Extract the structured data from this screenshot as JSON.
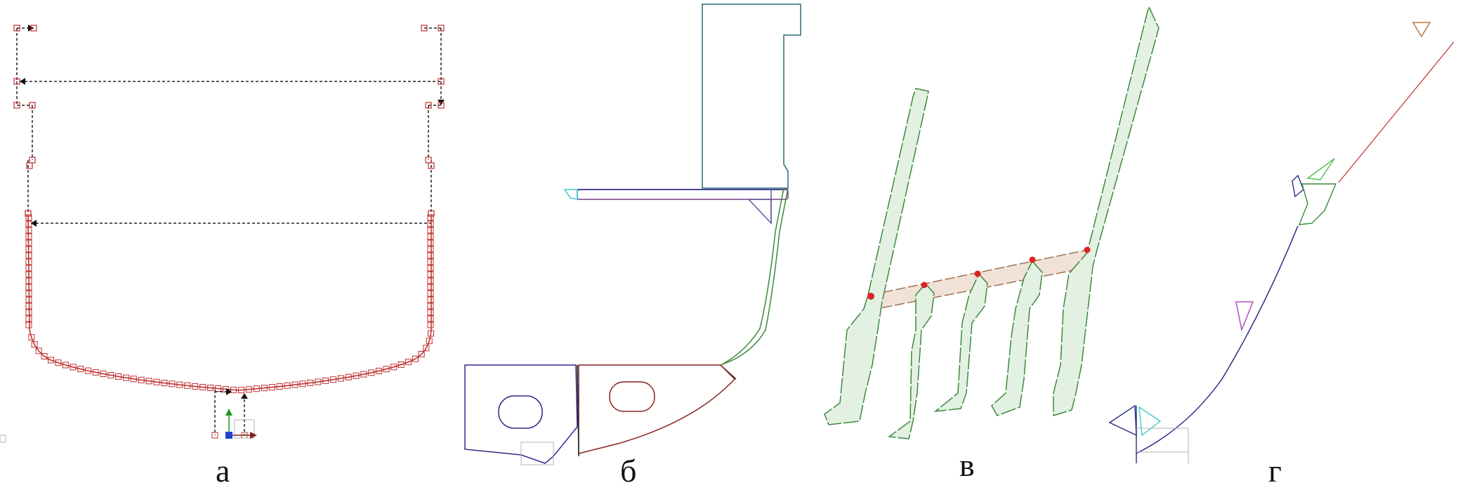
{
  "panels": [
    {
      "id": "a",
      "caption": "а"
    },
    {
      "id": "b",
      "caption": "б"
    },
    {
      "id": "c",
      "caption": "в"
    },
    {
      "id": "d",
      "caption": "г"
    }
  ],
  "colors": {
    "hull_marker": "#c03030",
    "dashed": "#222222",
    "green_line": "#3a8a3a",
    "green_fill": "#e3f1e3",
    "brown_fill": "#f0e2d6",
    "brown_line": "#9a6a4a",
    "navy": "#2a2a8a",
    "maroon": "#8a2020",
    "teal": "#2a6a7a",
    "purple": "#7a3a8a",
    "cyan": "#40c8c8",
    "magenta": "#b050c0",
    "orange": "#c07840",
    "red_dot": "#dd2222",
    "gray": "#b0b0b0",
    "axis_green": "#1a9a1a",
    "axis_blue": "#2040d0"
  }
}
